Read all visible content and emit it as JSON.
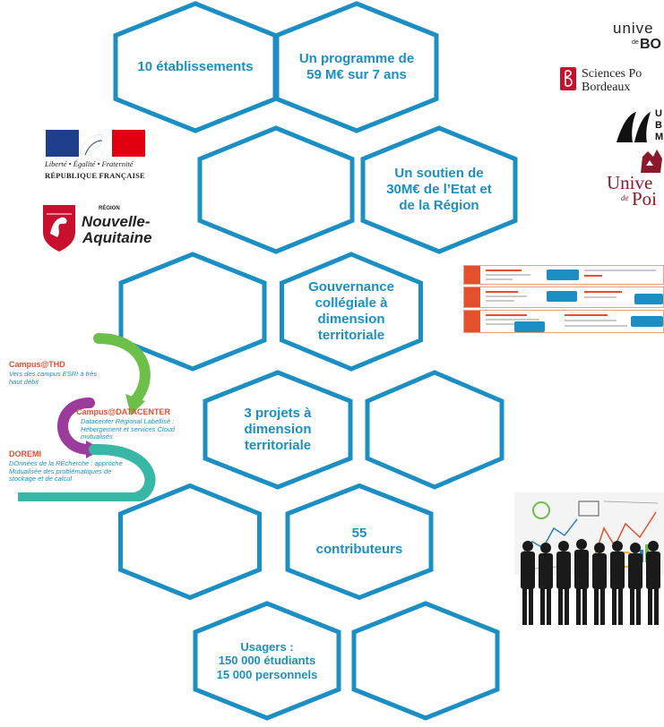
{
  "hexagons": [
    {
      "id": "h1",
      "lines": [
        "10 établissements"
      ]
    },
    {
      "id": "h2",
      "lines": [
        "Un programme de",
        "59 M€ sur 7 ans"
      ]
    },
    {
      "id": "h3",
      "lines": []
    },
    {
      "id": "h4",
      "lines": [
        "Un soutien de",
        "30M€ de l’Etat et",
        "de la Région"
      ]
    },
    {
      "id": "h5",
      "lines": []
    },
    {
      "id": "h6",
      "lines": [
        "Gouvernance",
        "collégiale à",
        "dimension",
        "territoriale"
      ]
    },
    {
      "id": "h7",
      "lines": [
        "3 projets à",
        "dimension",
        "territoriale"
      ]
    },
    {
      "id": "h8",
      "lines": []
    },
    {
      "id": "h9",
      "lines": []
    },
    {
      "id": "h10",
      "lines": [
        "55",
        "contributeurs"
      ]
    },
    {
      "id": "h11",
      "lines": [
        "Usagers :",
        "150 000 étudiants",
        "15 000 personnels"
      ]
    },
    {
      "id": "h12",
      "lines": []
    }
  ],
  "logos": {
    "republique_motto": "Liberté • Égalité • Fraternité",
    "republique_name": "RÉPUBLIQUE FRANÇAISE",
    "region_small": "RÉGION",
    "region_name_1": "Nouvelle-",
    "region_name_2": "Aquitaine",
    "univ_bordeaux_1": "unive",
    "univ_bordeaux_2": "BO",
    "univ_bordeaux_de": "de",
    "sciences_po_1": "Sciences Po",
    "sciences_po_2": "Bordeaux",
    "bordeaux_m_1": "U",
    "bordeaux_m_2": "B",
    "bordeaux_m_3": "M",
    "poitiers_1": "Unive",
    "poitiers_de": "de",
    "poitiers_2": "Poi"
  },
  "cycle": {
    "items": [
      {
        "title": "Campus@THD",
        "desc": [
          "Vers des campus ESRI à très",
          "haut débit"
        ]
      },
      {
        "title": "Campus@DATACENTER",
        "desc": [
          "Datacenter Régional Labellisé :",
          "Hébergement et services Cloud",
          "mutualisés"
        ]
      },
      {
        "title": "DOREMI",
        "desc": [
          "DOnnées de la REcherche : approche",
          "Mutualisée des problématiques de",
          "stockage et de calcul"
        ]
      }
    ],
    "colors": {
      "green": "#6cc04a",
      "purple": "#9b3b9b",
      "teal": "#39b7a6",
      "title": "#e4502c",
      "desc": "#1b8fc4"
    }
  },
  "colors": {
    "hex_stroke": "#1b8fc4",
    "hex_text": "#1b8fc4",
    "marianne_blue": "#1f3f8c",
    "marianne_red": "#e1000f",
    "region_red": "#c8102e"
  }
}
